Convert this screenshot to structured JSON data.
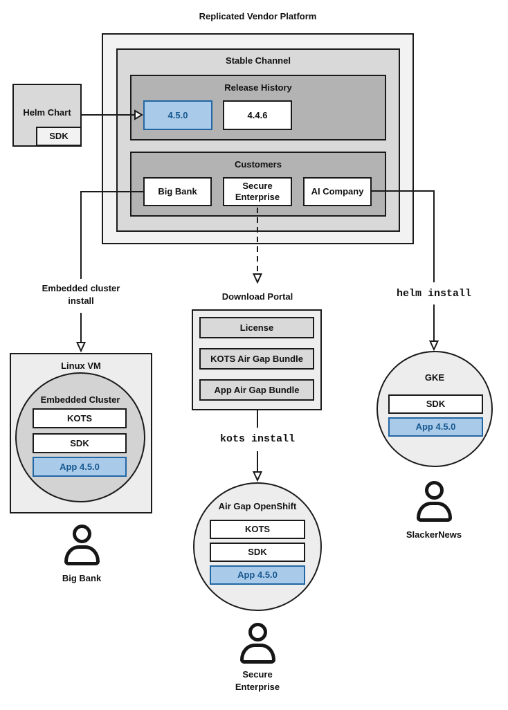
{
  "title": "Replicated Vendor Platform",
  "platform": {
    "stable_channel": {
      "label": "Stable Channel",
      "release_history": {
        "label": "Release History",
        "releases": [
          {
            "version": "4.5.0",
            "highlighted": true
          },
          {
            "version": "4.4.6",
            "highlighted": false
          }
        ]
      },
      "customers": {
        "label": "Customers",
        "items": [
          "Big Bank",
          "Secure Enterprise",
          "AI Company"
        ]
      }
    }
  },
  "helm_chart": {
    "label": "Helm Chart",
    "sdk": "SDK"
  },
  "flows": {
    "embedded_install": {
      "label": "Embedded cluster install"
    },
    "kots_install": {
      "command": "kots install"
    },
    "helm_install": {
      "command": "helm install"
    }
  },
  "download_portal": {
    "label": "Download Portal",
    "items": [
      "License",
      "KOTS Air Gap Bundle",
      "App Air Gap Bundle"
    ]
  },
  "linux_vm": {
    "label": "Linux VM",
    "embedded_cluster": {
      "label": "Embedded Cluster",
      "components": [
        "KOTS",
        "SDK"
      ],
      "app": "App 4.5.0"
    }
  },
  "air_gap_openshift": {
    "label": "Air Gap OpenShift",
    "components": [
      "KOTS",
      "SDK"
    ],
    "app": "App 4.5.0"
  },
  "gke": {
    "label": "GKE",
    "components": [
      "SDK"
    ],
    "app": "App 4.5.0"
  },
  "personas": {
    "left": "Big Bank",
    "middle": "Secure Enterprise",
    "right": "SlackerNews"
  },
  "colors": {
    "highlight_fill": "#a9cbe9",
    "highlight_border": "#2366a4",
    "highlight_text": "#17578f"
  }
}
